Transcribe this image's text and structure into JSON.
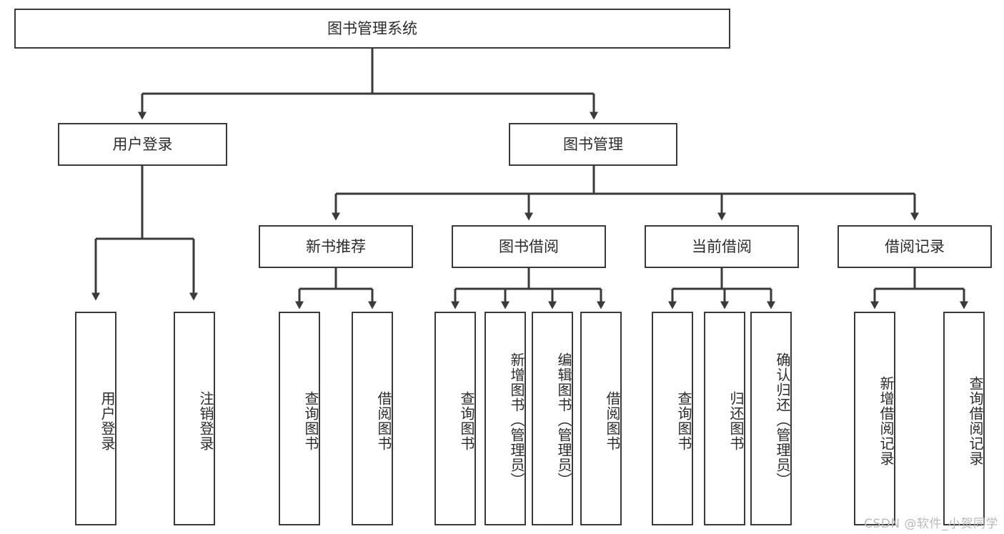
{
  "diagram": {
    "title": "图书管理系统",
    "watermark": "CSDN @软件_小贺同学",
    "colors": {
      "box_border": "#3a3a3a",
      "box_fill": "#ffffff",
      "text": "#2b2b2b",
      "edge": "#3a3a3a",
      "watermark": "#b9b9b9",
      "background": "#ffffff"
    }
  },
  "nodes": {
    "root": {
      "label": "图书管理系统"
    },
    "level2": [
      {
        "id": "user-login",
        "label": "用户登录"
      },
      {
        "id": "book-manage",
        "label": "图书管理"
      }
    ],
    "level3": [
      {
        "id": "new-book-recommend",
        "label": "新书推荐"
      },
      {
        "id": "book-borrow",
        "label": "图书借阅"
      },
      {
        "id": "current-borrow",
        "label": "当前借阅"
      },
      {
        "id": "borrow-record",
        "label": "借阅记录"
      }
    ],
    "leaves": {
      "user-login": [
        {
          "id": "leaf-user-login",
          "label": "用户登录"
        },
        {
          "id": "leaf-logout-login",
          "label": "注销登录"
        }
      ],
      "new-book-recommend": [
        {
          "id": "leaf-query-book-1",
          "label": "查询图书"
        },
        {
          "id": "leaf-borrow-book-1",
          "label": "借阅图书"
        }
      ],
      "book-borrow": [
        {
          "id": "leaf-query-book-2",
          "label": "查询图书"
        },
        {
          "id": "leaf-add-book",
          "label": "新增图书（管理员）"
        },
        {
          "id": "leaf-edit-book",
          "label": "编辑图书（管理员）"
        },
        {
          "id": "leaf-borrow-book-2",
          "label": "借阅图书"
        }
      ],
      "current-borrow": [
        {
          "id": "leaf-query-book-3",
          "label": "查询图书"
        },
        {
          "id": "leaf-return-book",
          "label": "归还图书"
        },
        {
          "id": "leaf-confirm-return",
          "label": "确认归还（管理员）"
        }
      ],
      "borrow-record": [
        {
          "id": "leaf-add-record",
          "label": "新增借阅记录"
        },
        {
          "id": "leaf-query-record",
          "label": "查询借阅记录"
        }
      ]
    }
  }
}
